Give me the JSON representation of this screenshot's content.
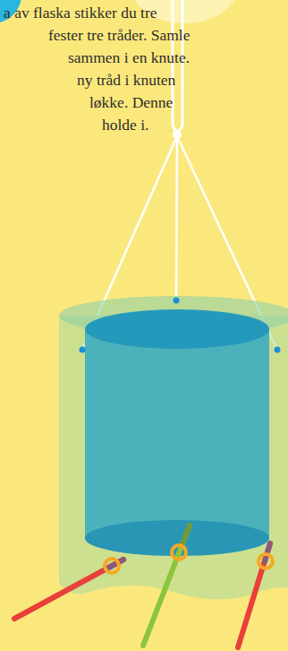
{
  "diagram": {
    "labels": [
      "a av flaska stikker du tre",
      "fester tre tråder. Samle",
      "sammen i en knute.",
      "ny tråd i knuten",
      "løkke. Denne",
      "holde i."
    ]
  }
}
